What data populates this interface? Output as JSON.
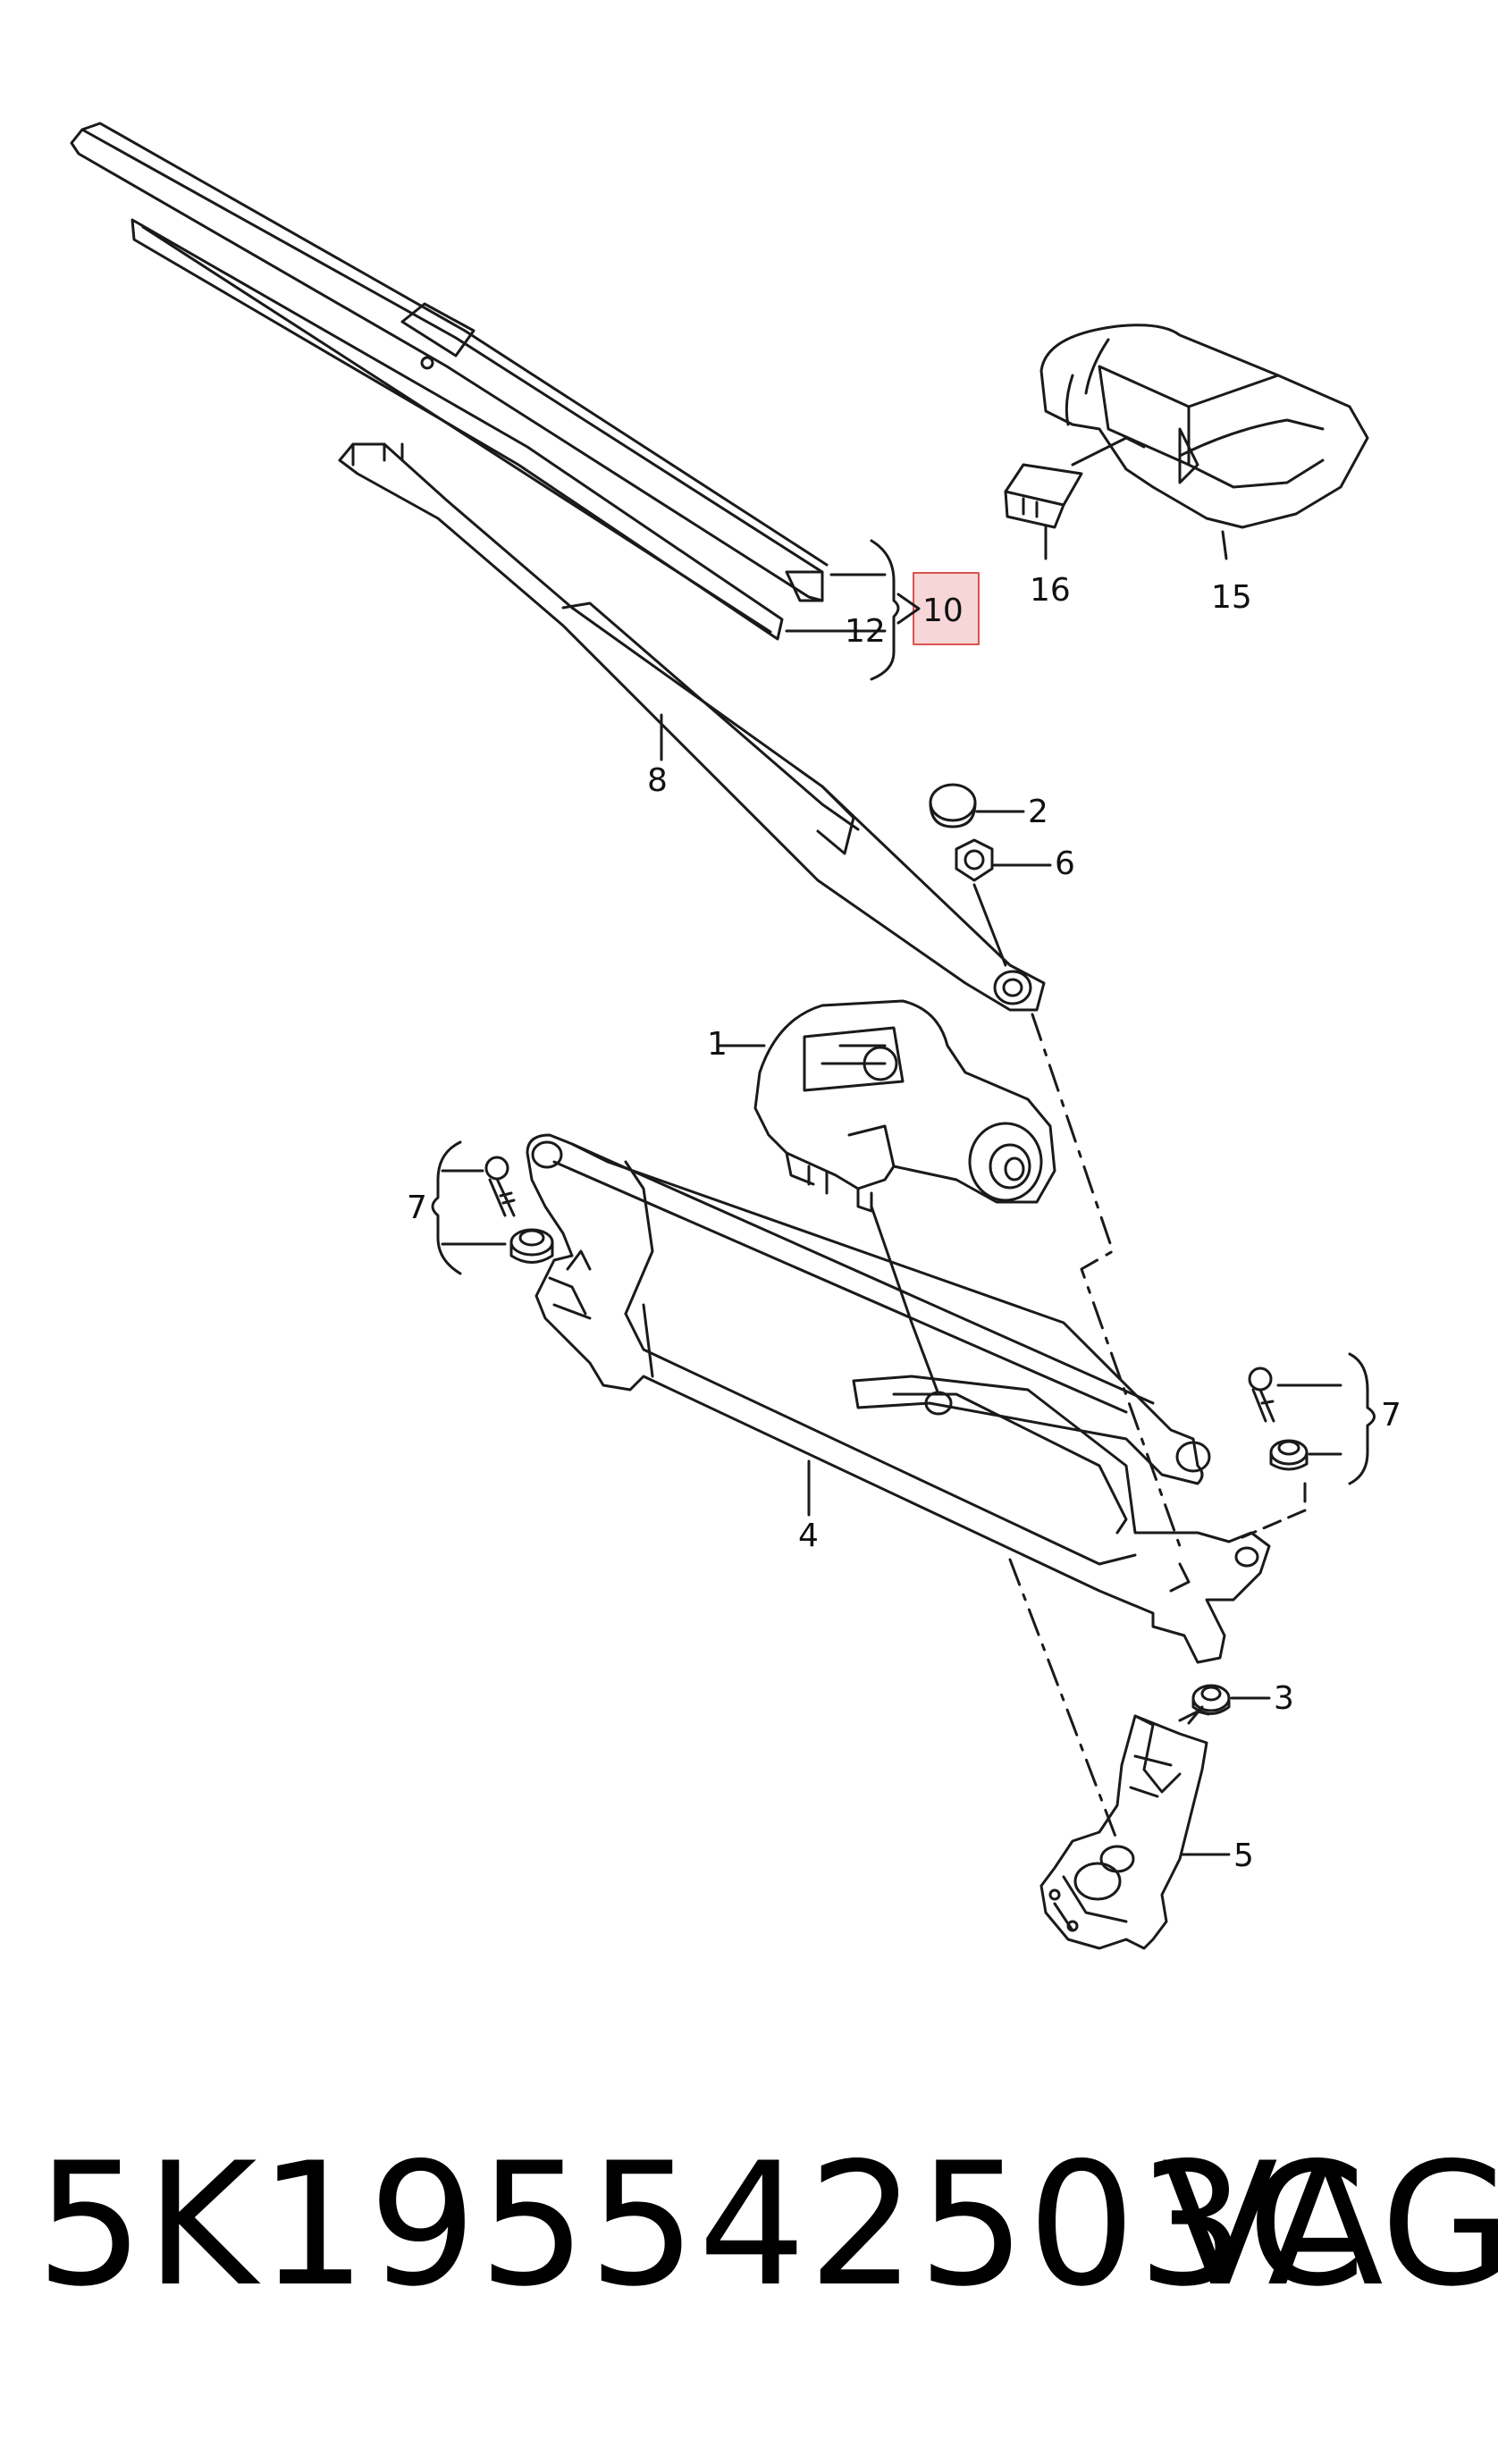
{
  "callouts": {
    "c1": "1",
    "c2": "2",
    "c3": "3",
    "c4": "4",
    "c5": "5",
    "c6": "6",
    "c7_left": "7",
    "c7_right": "7",
    "c8": "8",
    "c10": "10",
    "c12": "12",
    "c15": "15",
    "c16": "16"
  },
  "footer": {
    "part_number": "5K195542503C",
    "brand": "VAG"
  },
  "colors": {
    "line": "#1a1a1a",
    "highlight_border": "#d9534f",
    "highlight_fill": "#f6d6d6"
  }
}
